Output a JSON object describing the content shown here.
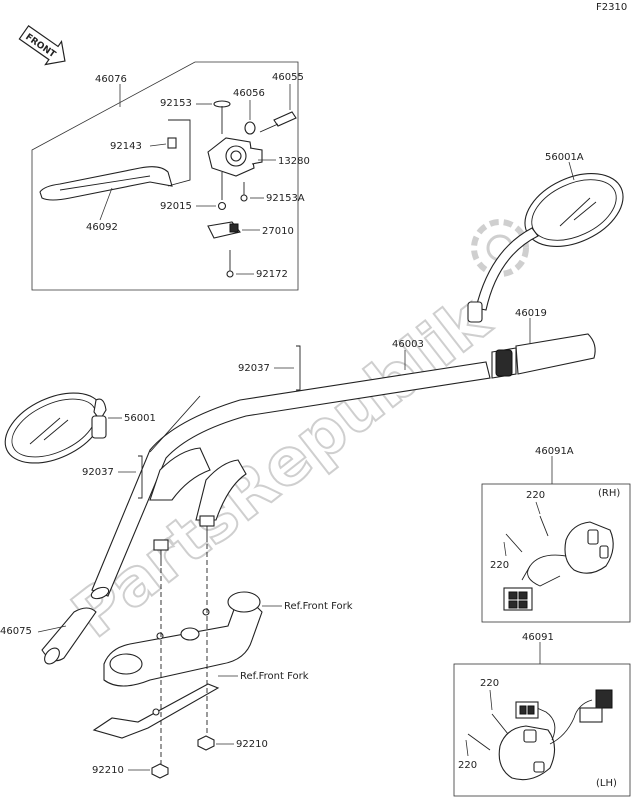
{
  "figure_id": "F2310",
  "watermark": "PartsRepublik",
  "badge": {
    "front": "FRONT"
  },
  "parts": {
    "p46076": "46076",
    "p92153": "92153",
    "p46056": "46056",
    "p46055": "46055",
    "p92143": "92143",
    "p13280": "13280",
    "p92015": "92015",
    "p92153A": "92153A",
    "p46092": "46092",
    "p27010": "27010",
    "p92172": "92172",
    "p56001A": "56001A",
    "p46019": "46019",
    "p92037a": "92037",
    "p46003": "46003",
    "p56001": "56001",
    "p92037b": "92037",
    "p46091A": "46091A",
    "p220a": "220",
    "p220b": "220",
    "p46075": "46075",
    "p46091": "46091",
    "p220c": "220",
    "p220d": "220",
    "p92210a": "92210",
    "p92210b": "92210"
  },
  "refs": {
    "ref1": "Ref.Front Fork",
    "ref2": "Ref.Front Fork"
  },
  "sides": {
    "rh": "(RH)",
    "lh": "(LH)"
  }
}
